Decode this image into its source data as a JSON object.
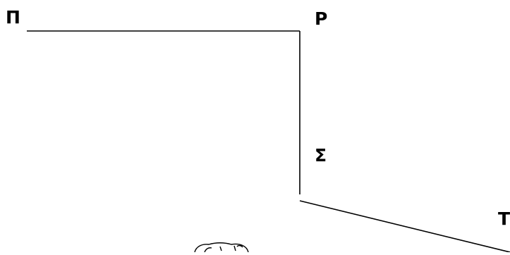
{
  "diagram": {
    "points": {
      "pi": "Π",
      "rho": "Ρ",
      "sigma": "Σ",
      "tau": "Τ"
    },
    "line_color": "#000000",
    "doodle_icon": "cartoon-head-icon"
  }
}
